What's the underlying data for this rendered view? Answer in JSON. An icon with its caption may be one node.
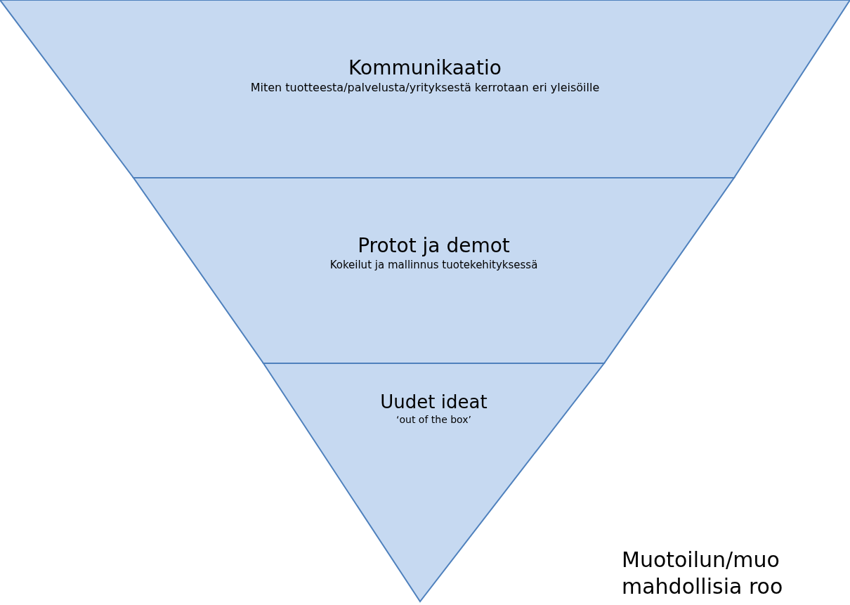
{
  "diagram": {
    "nodes": [
      {
        "text": [
          "Kommunikaatio",
          "Miten tuotteesta/palvelusta/yrityksestä kerrotaan eri yleisöille"
        ]
      },
      {
        "text": [
          "Protot ja demot",
          "Kokeilut ja mallinnus tuotekehityksessä"
        ]
      },
      {
        "text": [
          "Uudet ideat",
          "‘out of the box’"
        ]
      }
    ],
    "labels": [
      "Muotoilun/muo mahdollisia roo"
    ]
  }
}
